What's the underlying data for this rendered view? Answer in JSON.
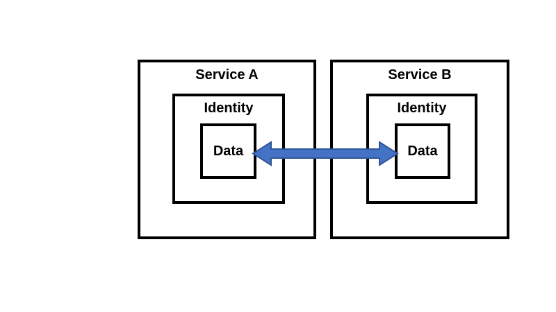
{
  "diagram": {
    "background": "#ffffff",
    "box_border_color": "#000000",
    "services": [
      {
        "label": "Service A",
        "identity_label": "Identity",
        "data_label": "Data"
      },
      {
        "label": "Service B",
        "identity_label": "Identity",
        "data_label": "Data"
      }
    ],
    "arrow": {
      "type": "double-headed",
      "fill": "#4472C4",
      "stroke": "#2F5597",
      "connects": "Data to Data"
    }
  }
}
